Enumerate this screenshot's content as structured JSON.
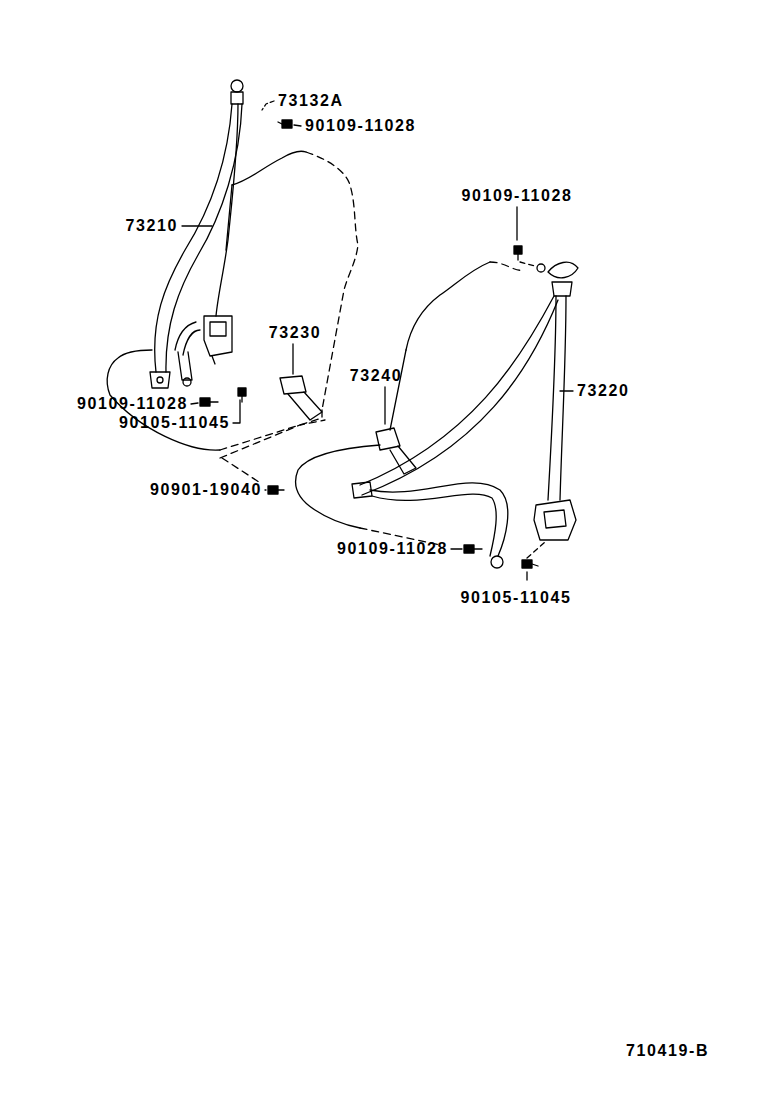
{
  "diagram": {
    "labels": [
      "73132A",
      "90109-11028",
      "73210",
      "90109-11028",
      "73230",
      "73240",
      "73220",
      "90109-11028",
      "90105-11045",
      "90901-19040",
      "90109-11028",
      "90105-11045",
      "710419-B"
    ]
  }
}
